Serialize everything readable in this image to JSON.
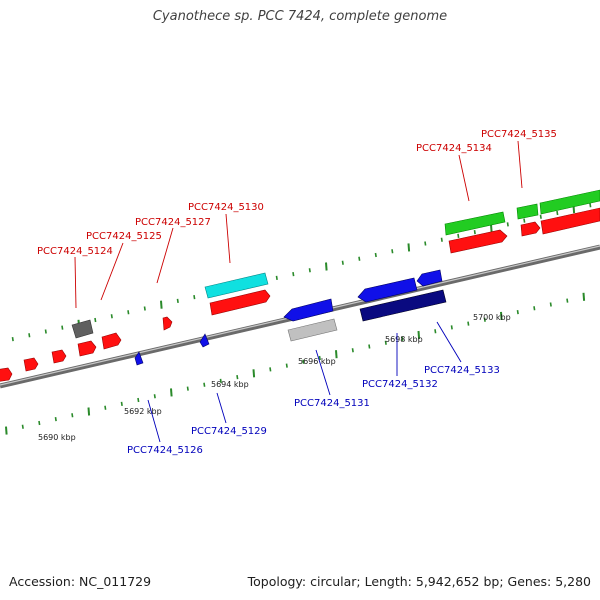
{
  "title": "Cyanothece sp. PCC 7424, complete genome",
  "footer": {
    "accession": "Accession: NC_011729",
    "summary": "Topology: circular; Length: 5,942,652 bp; Genes: 5,280"
  },
  "colors": {
    "forward_gene": "#ff1010",
    "reverse_gene": "#1010e8",
    "forward_label": "#cc0000",
    "reverse_label": "#0000bb",
    "rrna": "#22cc22",
    "cyan_feature": "#10e0e0",
    "gray_feature": "#606060",
    "light_gray_feature": "#c0c0c0",
    "navy_feature": "#0a0a80",
    "backbone": "#808080"
  },
  "scale_ticks": [
    "5690 kbp",
    "5692 kbp",
    "5694 kbp",
    "5696 kbp",
    "5698 kbp",
    "5700 kbp"
  ],
  "forward_labels": [
    "PCC7424_5124",
    "PCC7424_5125",
    "PCC7424_5127",
    "PCC7424_5130",
    "PCC7424_5134",
    "PCC7424_5135"
  ],
  "reverse_labels": [
    "PCC7424_5126",
    "PCC7424_5129",
    "PCC7424_5131",
    "PCC7424_5132",
    "PCC7424_5133"
  ]
}
